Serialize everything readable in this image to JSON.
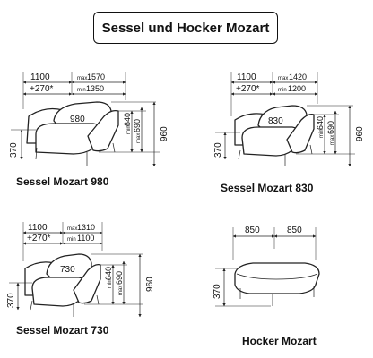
{
  "header": {
    "title": "Sessel und Hocker Mozart"
  },
  "models": [
    {
      "name": "Sessel Mozart 980",
      "depth": "1100",
      "recline": "+270*",
      "max_label": "max",
      "max_width": "1570",
      "min_label": "min",
      "min_width": "1350",
      "cushion": "980",
      "seat_min": "640",
      "seat_max": "690",
      "height": "960",
      "seat_height": "370"
    },
    {
      "name": "Sessel Mozart 830",
      "depth": "1100",
      "recline": "+270*",
      "max_label": "max",
      "max_width": "1420",
      "min_label": "min",
      "min_width": "1200",
      "cushion": "830",
      "seat_min": "640",
      "seat_max": "690",
      "height": "960",
      "seat_height": "370"
    },
    {
      "name": "Sessel Mozart 730",
      "depth": "1100",
      "recline": "+270*",
      "max_label": "max",
      "max_width": "1310",
      "min_label": "min",
      "min_width": "1100",
      "cushion": "730",
      "seat_min": "640",
      "seat_max": "690",
      "height": "960",
      "seat_height": "370"
    }
  ],
  "hocker": {
    "name": "Hocker Mozart",
    "width_left": "850",
    "width_right": "850",
    "height": "370"
  }
}
